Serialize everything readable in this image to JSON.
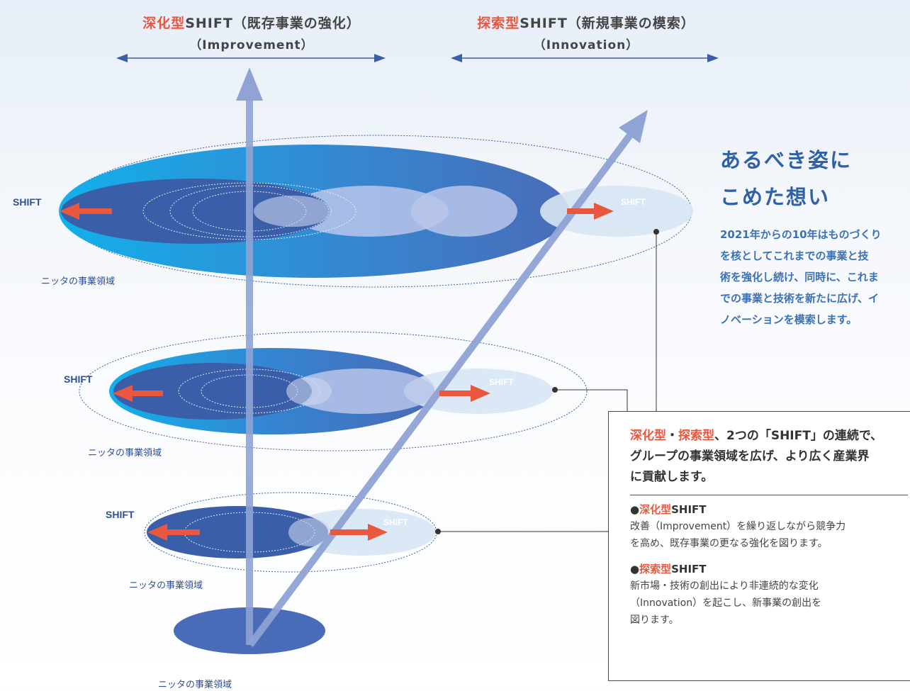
{
  "header": {
    "deepening": {
      "emph": "深化型",
      "rest": "SHIFT（既存事業の強化）",
      "sub": "（Improvement）"
    },
    "exploring": {
      "emph": "探索型",
      "rest": "SHIFT（新規事業の模索）",
      "sub": "（Innovation）"
    }
  },
  "diagram": {
    "shift_label": "SHIFT",
    "area_label": "ニッタの事業領域"
  },
  "vision": {
    "title_lines": [
      "あるべき姿に",
      "こめた想い"
    ],
    "body_lines": [
      "2021年からの10年はものづくり",
      "を核としてこれまでの事業と技",
      "術を強化し続け、同時に、これま",
      "での事業と技術を新たに広げ、イ",
      "ノベーションを模索します。"
    ]
  },
  "summary": {
    "lead": {
      "deep": "深化型",
      "sep": "・",
      "explore": "探索型",
      "line1_rest": "、2つの「SHIFT」の連続で、",
      "line2": "グループの事業領域を広げ、より広く産業界",
      "line3": "に貢献します。"
    },
    "bullet": "●",
    "shift_word": "SHIFT",
    "deep": {
      "emph": "深化型",
      "lines": [
        "改善（Improvement）を繰り返しながら競争力",
        "を高め、既存事業の更なる強化を図ります。"
      ]
    },
    "explore": {
      "emph": "探索型",
      "lines": [
        "新市場・技術の創出により非連続的な変化",
        "（Innovation）を起こし、新事業の創出を",
        "図ります。"
      ]
    }
  },
  "colors": {
    "orange": "#e9573f",
    "navy": "#3a5fa8",
    "cyan": "#16a9e1",
    "arrow": "#8fa3d4"
  }
}
